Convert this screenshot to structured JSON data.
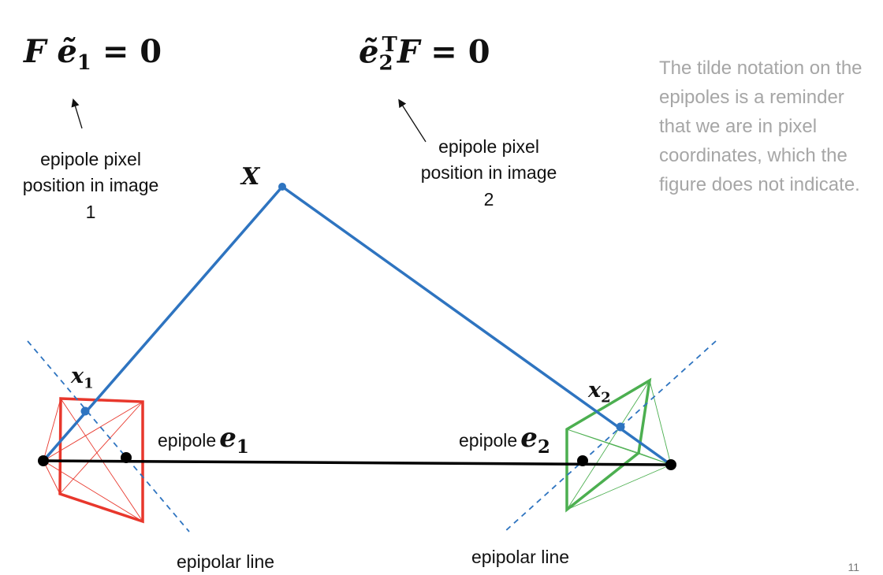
{
  "equations": {
    "eq1": {
      "var": "F",
      "tilde_e": "ẽ",
      "sub": "1",
      "rhs": "= 0"
    },
    "eq2": {
      "tilde_e": "ẽ",
      "sub": "2",
      "sup": "T",
      "var": "F",
      "rhs": "= 0"
    }
  },
  "annotations": {
    "epipole_image1": "epipole pixel position in image 1",
    "epipole_image2": "epipole pixel position in image 2"
  },
  "note": "The tilde notation on the epipoles is a reminder that we are in pixel coordinates, which the figure does not indicate.",
  "points": {
    "X": "X",
    "x1": {
      "base": "x",
      "sub": "1"
    },
    "x2": {
      "base": "x",
      "sub": "2"
    },
    "e1": {
      "prefix": "epipole",
      "base": "e",
      "sub": "1"
    },
    "e2": {
      "prefix": "epipole",
      "base": "e",
      "sub": "2"
    }
  },
  "epipolar_line_label_1": "epipolar line",
  "epipolar_line_label_2": "epipolar line",
  "page_number": "11",
  "colors": {
    "rays": "#2e74c0",
    "image1_frame": "#e8372c",
    "image2_frame": "#4caf50",
    "baseline": "#000000",
    "note_text": "#a6a6a6"
  }
}
